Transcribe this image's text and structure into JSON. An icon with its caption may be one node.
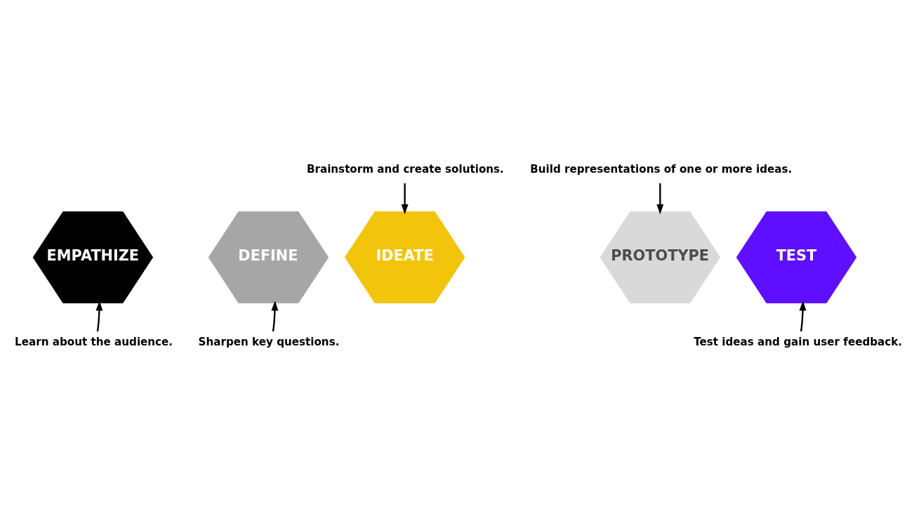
{
  "diagram": {
    "nodes": [
      {
        "text": [
          "EMPATHIZE"
        ]
      },
      {
        "text": [
          "DEFINE"
        ]
      },
      {
        "text": [
          "IDEATE"
        ]
      },
      {
        "text": [
          "PROTOTYPE"
        ]
      },
      {
        "text": [
          "TEST"
        ]
      },
      {
        "text": [
          "Brainstorm and create solutions."
        ]
      },
      {
        "text": [
          "Build representations of one or more ideas."
        ]
      },
      {
        "text": [
          "Learn about the audience."
        ]
      },
      {
        "text": [
          "Sharpen key questions."
        ]
      },
      {
        "text": [
          "Test ideas and gain user feedback."
        ]
      }
    ],
    "edges": [
      {
        "from": 5,
        "to": 2,
        "arrow": "to"
      },
      {
        "from": 6,
        "to": 3,
        "arrow": "to"
      },
      {
        "from": 7,
        "to": 0,
        "arrow": "to"
      },
      {
        "from": 8,
        "to": 1,
        "arrow": "to"
      },
      {
        "from": 9,
        "to": 4,
        "arrow": "to"
      }
    ]
  }
}
